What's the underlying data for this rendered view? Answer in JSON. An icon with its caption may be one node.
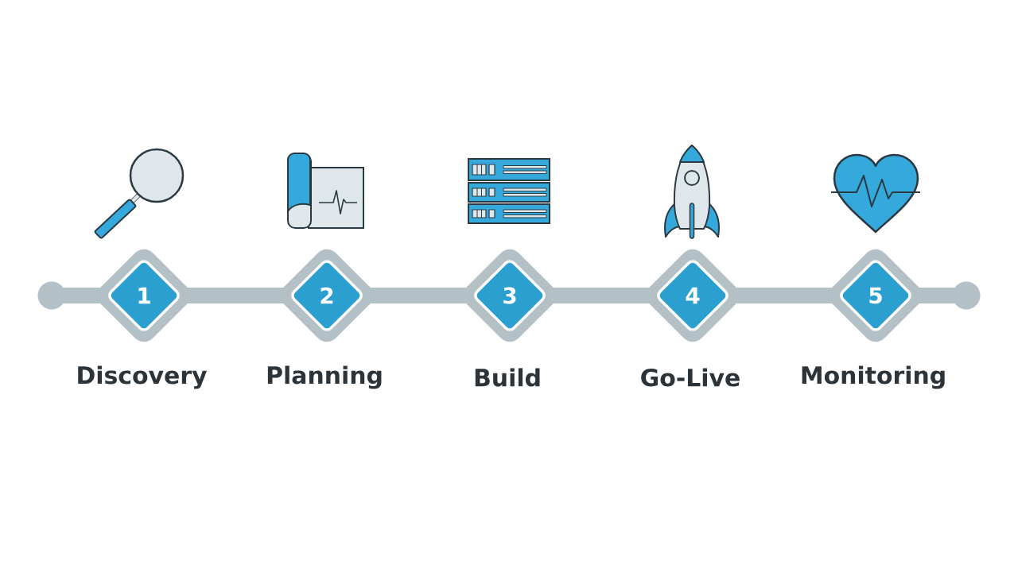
{
  "diagram": {
    "nodes": [
      {
        "text": [],
        "shape": "circle"
      },
      {
        "text": [
          "1"
        ],
        "beside": [
          "Discovery"
        ]
      },
      {
        "text": [
          "2"
        ],
        "beside": [
          "Planning"
        ]
      },
      {
        "text": [
          "3"
        ],
        "beside": [
          "Build"
        ]
      },
      {
        "text": [
          "4"
        ],
        "beside": [
          "Go-Live"
        ]
      },
      {
        "text": [
          "5"
        ],
        "beside": [
          "Monitoring"
        ]
      },
      {
        "text": [],
        "shape": "circle"
      }
    ],
    "edges": [
      {
        "from": 0,
        "to": 1,
        "arrow": "none"
      },
      {
        "from": 1,
        "to": 2,
        "arrow": "none"
      },
      {
        "from": 2,
        "to": 3,
        "arrow": "none"
      },
      {
        "from": 3,
        "to": 4,
        "arrow": "none"
      },
      {
        "from": 4,
        "to": 5,
        "arrow": "none"
      },
      {
        "from": 5,
        "to": 6,
        "arrow": "none"
      }
    ]
  }
}
